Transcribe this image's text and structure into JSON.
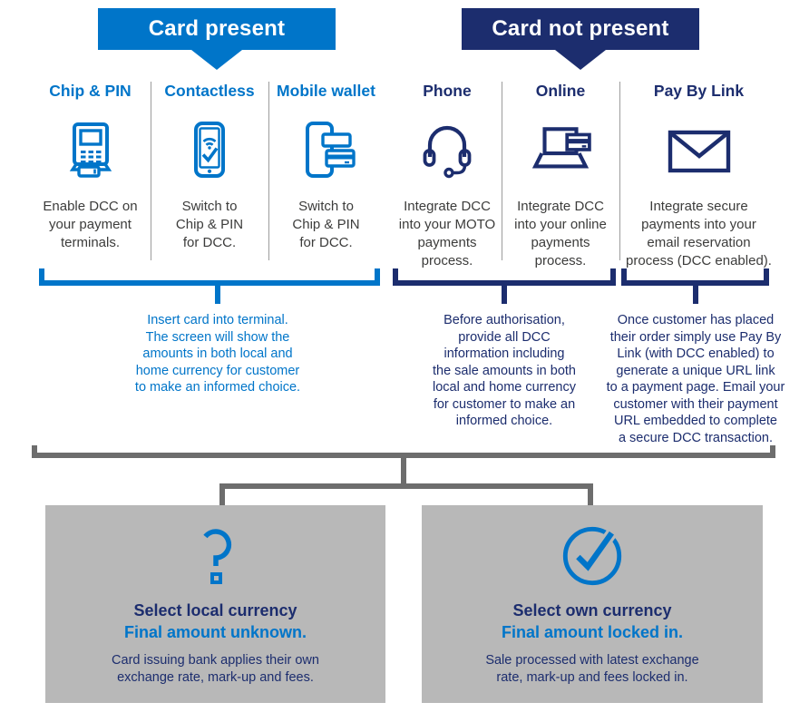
{
  "colors": {
    "bright_blue": "#0075C9",
    "navy": "#1C2D6E",
    "text_dark": "#3C3C3B",
    "box_gray": "#B8B8B8",
    "connector_gray": "#6D6D6D",
    "divider_gray": "#9C9C9C"
  },
  "banners": {
    "card_present": "Card present",
    "card_not_present": "Card not present"
  },
  "columns": [
    {
      "label": "Chip & PIN",
      "icon": "payment-terminal-icon",
      "description": "Enable DCC on\nyour payment\nterminals."
    },
    {
      "label": "Contactless",
      "icon": "contactless-phone-icon",
      "description": "Switch to\nChip & PIN\nfor DCC."
    },
    {
      "label": "Mobile wallet",
      "icon": "mobile-wallet-icon",
      "description": "Switch to\nChip & PIN\nfor DCC."
    },
    {
      "label": "Phone",
      "icon": "headset-icon",
      "description": "Integrate DCC\ninto your MOTO\npayments\nprocess."
    },
    {
      "label": "Online",
      "icon": "laptop-card-icon",
      "description": "Integrate DCC\ninto your online\npayments\nprocess."
    },
    {
      "label": "Pay By Link",
      "icon": "envelope-icon",
      "description": "Integrate secure\npayments into your\nemail reservation\nprocess (DCC enabled)."
    }
  ],
  "notes": {
    "card_present_note": "Insert card into terminal.\nThe screen will show the\namounts in both local and\nhome currency for customer\nto make an informed choice.",
    "phone_online_note": "Before authorisation,\nprovide all DCC\ninformation including\nthe sale amounts in both\nlocal and home currency\nfor customer to make an\ninformed choice.",
    "pay_by_link_note": "Once customer has placed\ntheir order simply use Pay By\nLink (with DCC enabled) to\ngenerate a unique URL link\nto a payment page. Email your\ncustomer with their payment\nURL embedded to complete\na secure DCC transaction."
  },
  "outcomes": [
    {
      "icon": "question-mark-icon",
      "title": "Select local currency",
      "subtitle": "Final amount unknown.",
      "body": "Card issuing bank applies their own\nexchange rate, mark-up and fees."
    },
    {
      "icon": "check-circle-icon",
      "title": "Select own currency",
      "subtitle": "Final amount locked in.",
      "body": "Sale processed with latest exchange\nrate, mark-up and fees locked in."
    }
  ]
}
